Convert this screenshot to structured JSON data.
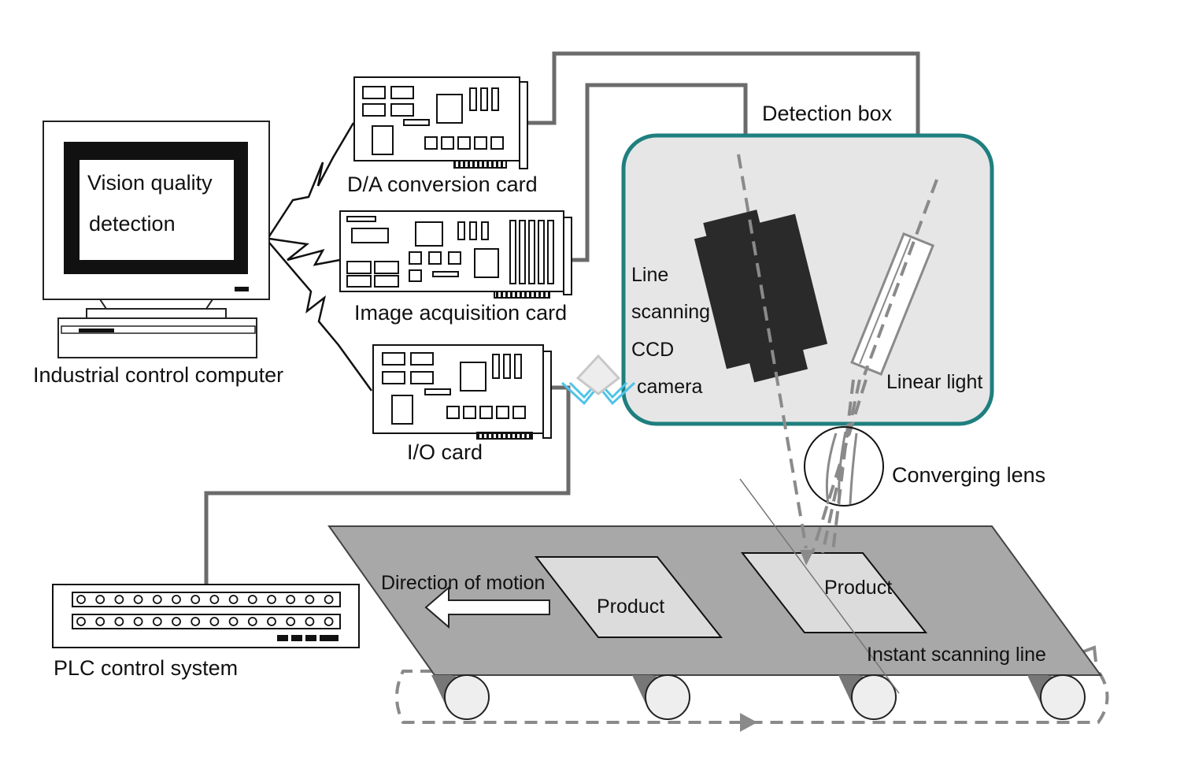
{
  "labels": {
    "computer_screen_line1": "Vision quality",
    "computer_screen_line2": "detection",
    "computer": "Industrial control computer",
    "da_card": "D/A conversion card",
    "image_card": "Image acquisition card",
    "io_card": "I/O card",
    "plc": "PLC control system",
    "detection_box": "Detection box",
    "camera_line1": "Line",
    "camera_line2": "scanning",
    "camera_line3": "CCD",
    "camera_line4": "camera",
    "linear_light": "Linear light",
    "converging_lens": "Converging lens",
    "direction": "Direction of motion",
    "product_left": "Product",
    "product_right": "Product",
    "scanning_line": "Instant scanning line"
  },
  "colors": {
    "cable": "#6b6b6b",
    "detection_box_border": "#1f7f7f",
    "detection_box_fill": "#e6e6e6",
    "conveyor": "#a8a8a8",
    "product": "#dcdcdc",
    "camera": "#2a2a2a",
    "dashed": "#8a8a8a"
  }
}
